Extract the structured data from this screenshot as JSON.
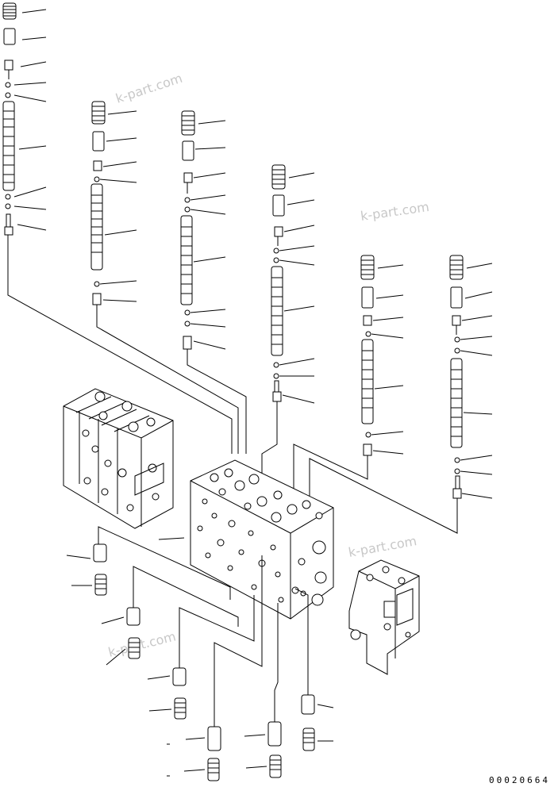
{
  "diagram": {
    "drawing_number": "00020664",
    "watermarks": [
      "k-part.com",
      "k-part.com",
      "k-part.com",
      "k-part.com"
    ]
  }
}
